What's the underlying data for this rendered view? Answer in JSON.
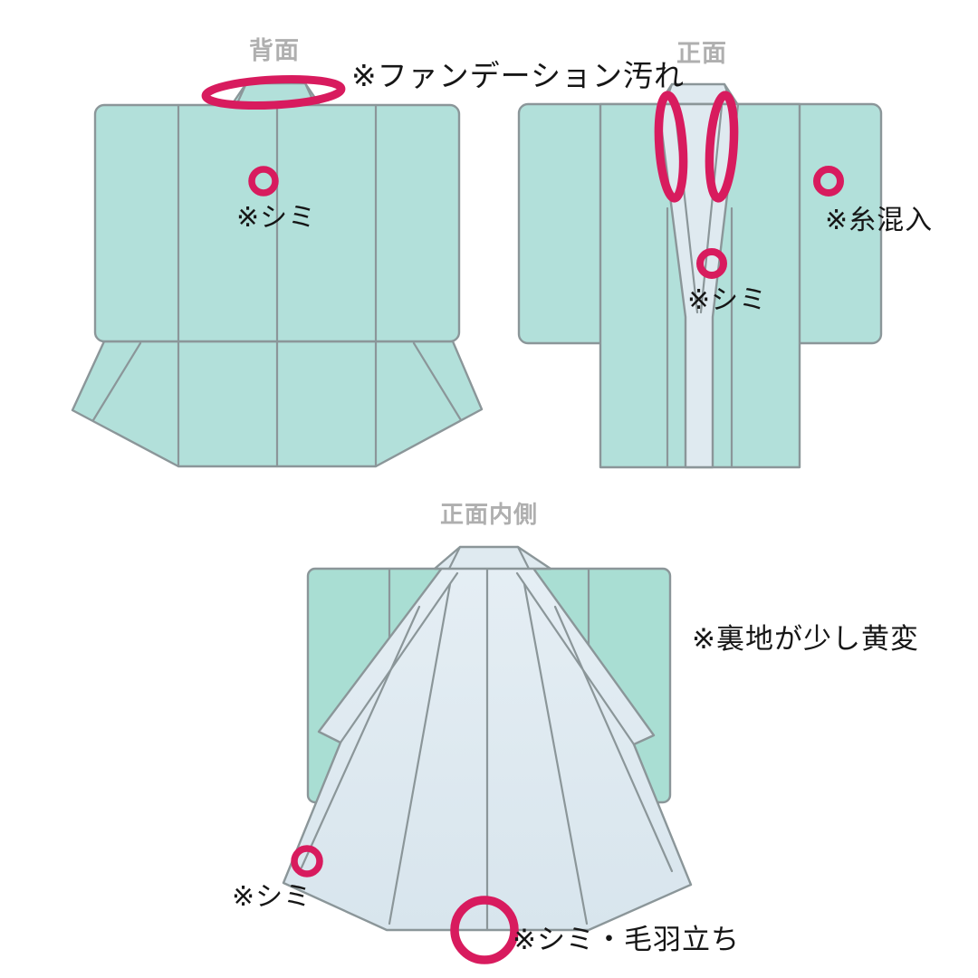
{
  "diagram": {
    "description_type": "kimono-condition-diagram",
    "background": "#ffffff"
  },
  "colors": {
    "garment_teal": "#b2e0da",
    "garment_teal_inside": "#a9ded3",
    "lining_light_blue": "#dfeaf0",
    "outline_gray": "#8b9699",
    "marker_pink": "#d81b5e",
    "title_gray": "#afafaf",
    "annotation_black": "#161616"
  },
  "figures": {
    "back": {
      "title": "背面",
      "annotations": {
        "foundation": "※ファンデーション汚れ",
        "stain": "※シミ"
      }
    },
    "front": {
      "title": "正面",
      "annotations": {
        "stain": "※シミ",
        "thread": "※糸混入"
      }
    },
    "front_inside": {
      "title": "正面内側",
      "annotations": {
        "lining_yellowing": "※裏地が少し黄変",
        "stain": "※シミ",
        "stain_fuzz": "※シミ・毛羽立ち"
      }
    }
  }
}
